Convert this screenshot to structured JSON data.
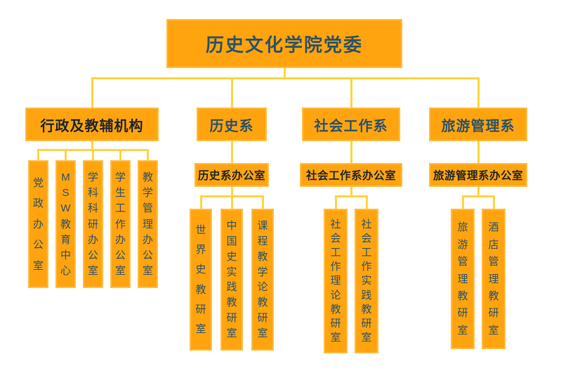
{
  "colors": {
    "box_fill": "#FFA40F",
    "box_border": "#FFBE45",
    "connector": "#FFD545",
    "ink_blue": "#2E5266",
    "ink_black": "#20262B"
  },
  "root": {
    "label": "历史文化学院党委"
  },
  "branches": [
    {
      "label": "行政及教辅机构",
      "office": null,
      "leaves": [
        "党政办公室",
        "MSW教育中心",
        "学科科研办公室",
        "学生工作办公室",
        "教学管理办公室"
      ]
    },
    {
      "label": "历史系",
      "office": "历史系办公室",
      "leaves": [
        "世界史教研室",
        "中国史实践教研室",
        "课程教学论教研室"
      ]
    },
    {
      "label": "社会工作系",
      "office": "社会工作系办公室",
      "leaves": [
        "社会工作理论教研室",
        "社会工作实践教研室"
      ]
    },
    {
      "label": "旅游管理系",
      "office": "旅游管理系办公室",
      "leaves": [
        "旅游管理教研室",
        "酒店管理教研室"
      ]
    }
  ]
}
